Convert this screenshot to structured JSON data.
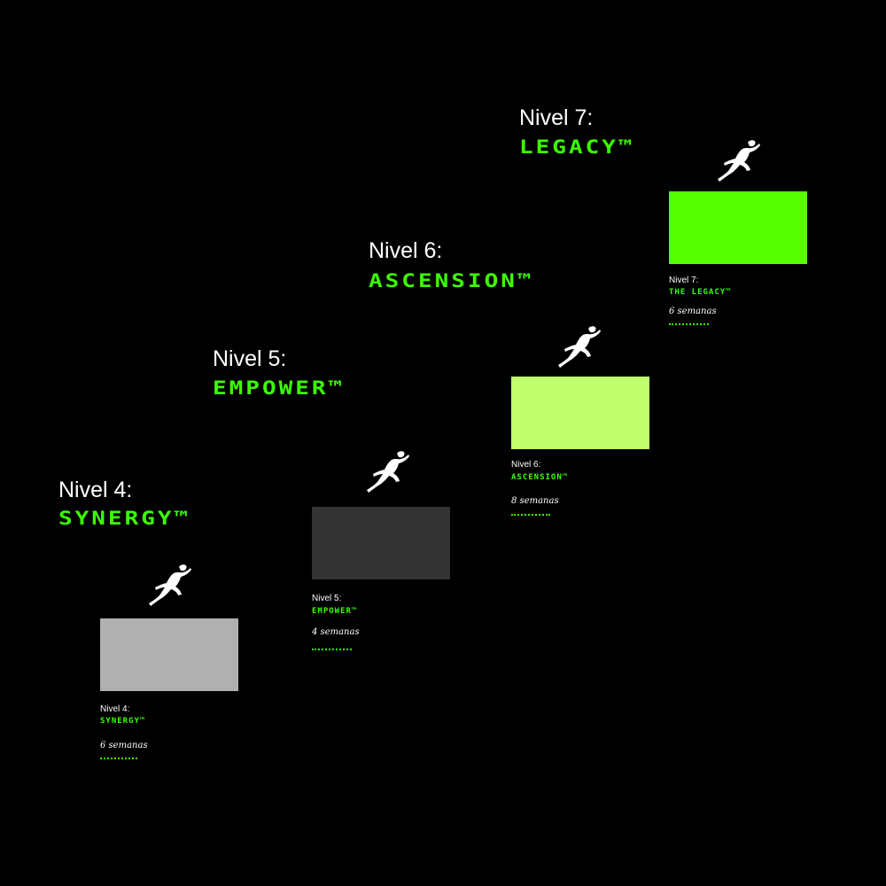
{
  "levels": [
    {
      "title": "Nivel 4:",
      "name": "SYNERGY™",
      "card_title": "Nivel 4:",
      "card_name": "SYNERGY™",
      "duration": "6 semanas",
      "card_color": "#b0b0b0"
    },
    {
      "title": "Nivel 5:",
      "name": "EMPOWER™",
      "card_title": "Nivel 5:",
      "card_name": "EMPOWER™",
      "duration": "4 semanas",
      "card_color": "#333333"
    },
    {
      "title": "Nivel 6:",
      "name": "ASCENSION™",
      "card_title": "Nivel 6:",
      "card_name": "ASCENSION™",
      "duration": "8 semanas",
      "card_color": "#c0ff6b"
    },
    {
      "title": "Nivel 7:",
      "name": "LEGACY™",
      "card_title": "Nivel 7:",
      "card_name": "THE LEGACY™",
      "duration": "6 semanas",
      "card_color": "#55ff00"
    }
  ],
  "icons": {
    "runner": "running-figure-icon"
  },
  "colors": {
    "background": "#000000",
    "accent": "#3cff00",
    "text": "#ffffff"
  }
}
